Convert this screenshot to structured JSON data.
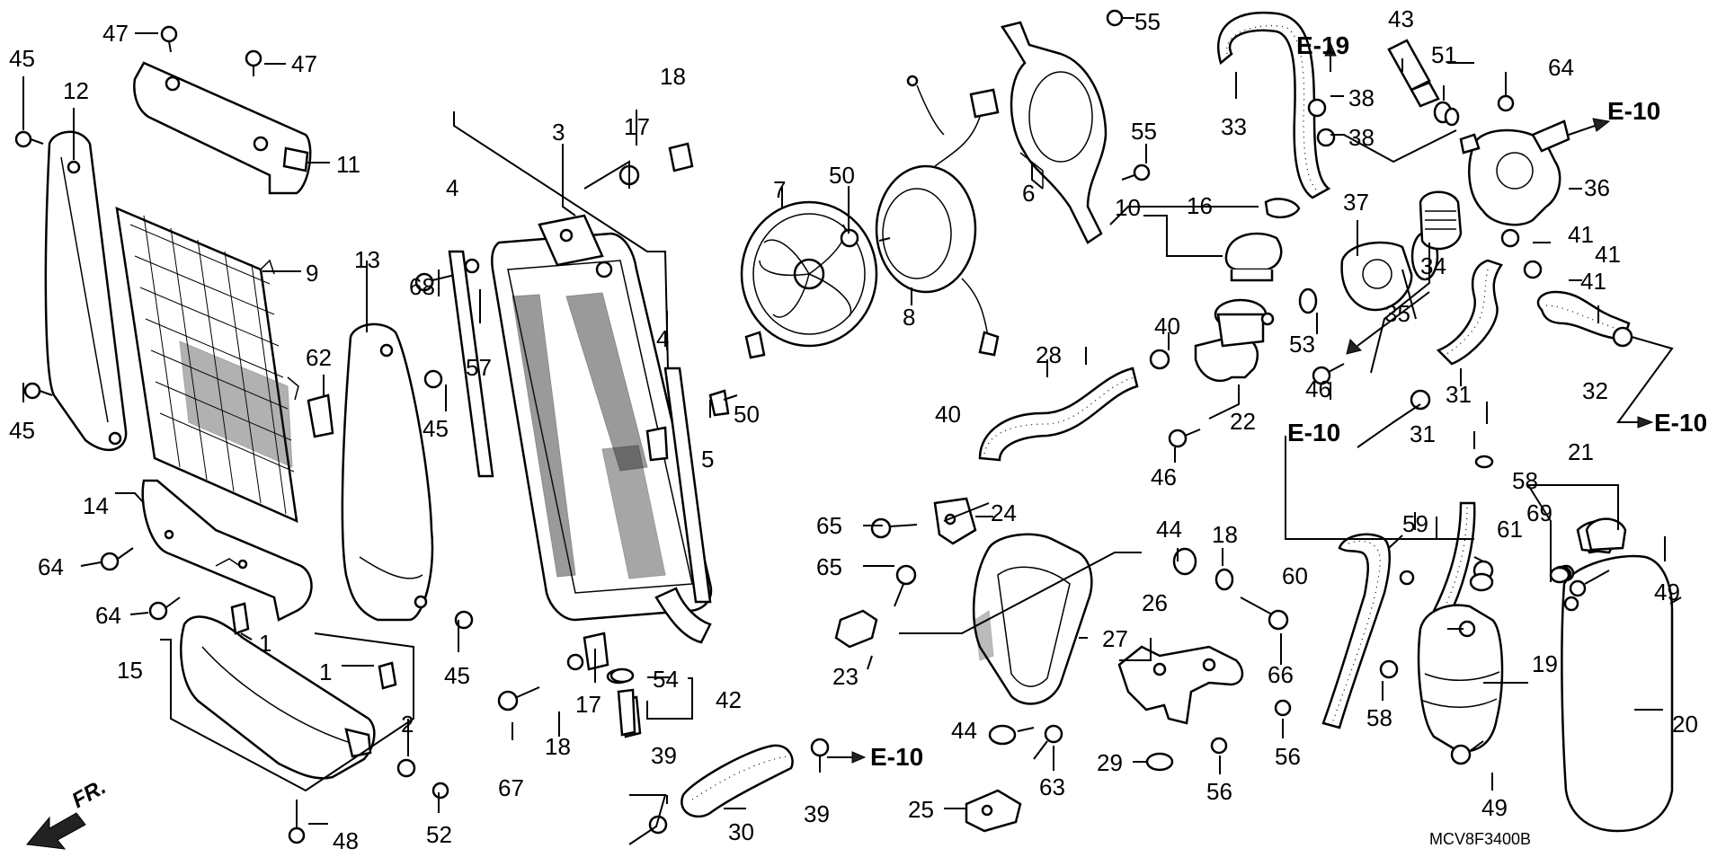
{
  "diagram_code": "MCV8F3400B",
  "front_marker": "FR.",
  "references": [
    "E-19",
    "E-10",
    "E-10",
    "E-10",
    "E-10"
  ],
  "callouts": [
    "45",
    "12",
    "47",
    "47",
    "11",
    "9",
    "45",
    "14",
    "64",
    "64",
    "15",
    "1",
    "1",
    "2",
    "52",
    "48",
    "13",
    "68",
    "4",
    "57",
    "62",
    "45",
    "45",
    "3",
    "17",
    "18",
    "4",
    "50",
    "5",
    "17",
    "18",
    "67",
    "54",
    "42",
    "7",
    "50",
    "8",
    "6",
    "55",
    "55",
    "33",
    "E19",
    "10",
    "16",
    "28",
    "40",
    "40",
    "22",
    "46",
    "43",
    "51",
    "64",
    "38",
    "38",
    "36",
    "37",
    "34",
    "35",
    "53",
    "46",
    "41",
    "41",
    "41",
    "31",
    "32",
    "24",
    "65",
    "65",
    "23",
    "27",
    "26",
    "44",
    "18",
    "66",
    "56",
    "56",
    "29",
    "44",
    "63",
    "25",
    "39",
    "30",
    "39",
    "58",
    "21",
    "69",
    "61",
    "59",
    "60",
    "19",
    "58",
    "49",
    "20",
    "49"
  ]
}
